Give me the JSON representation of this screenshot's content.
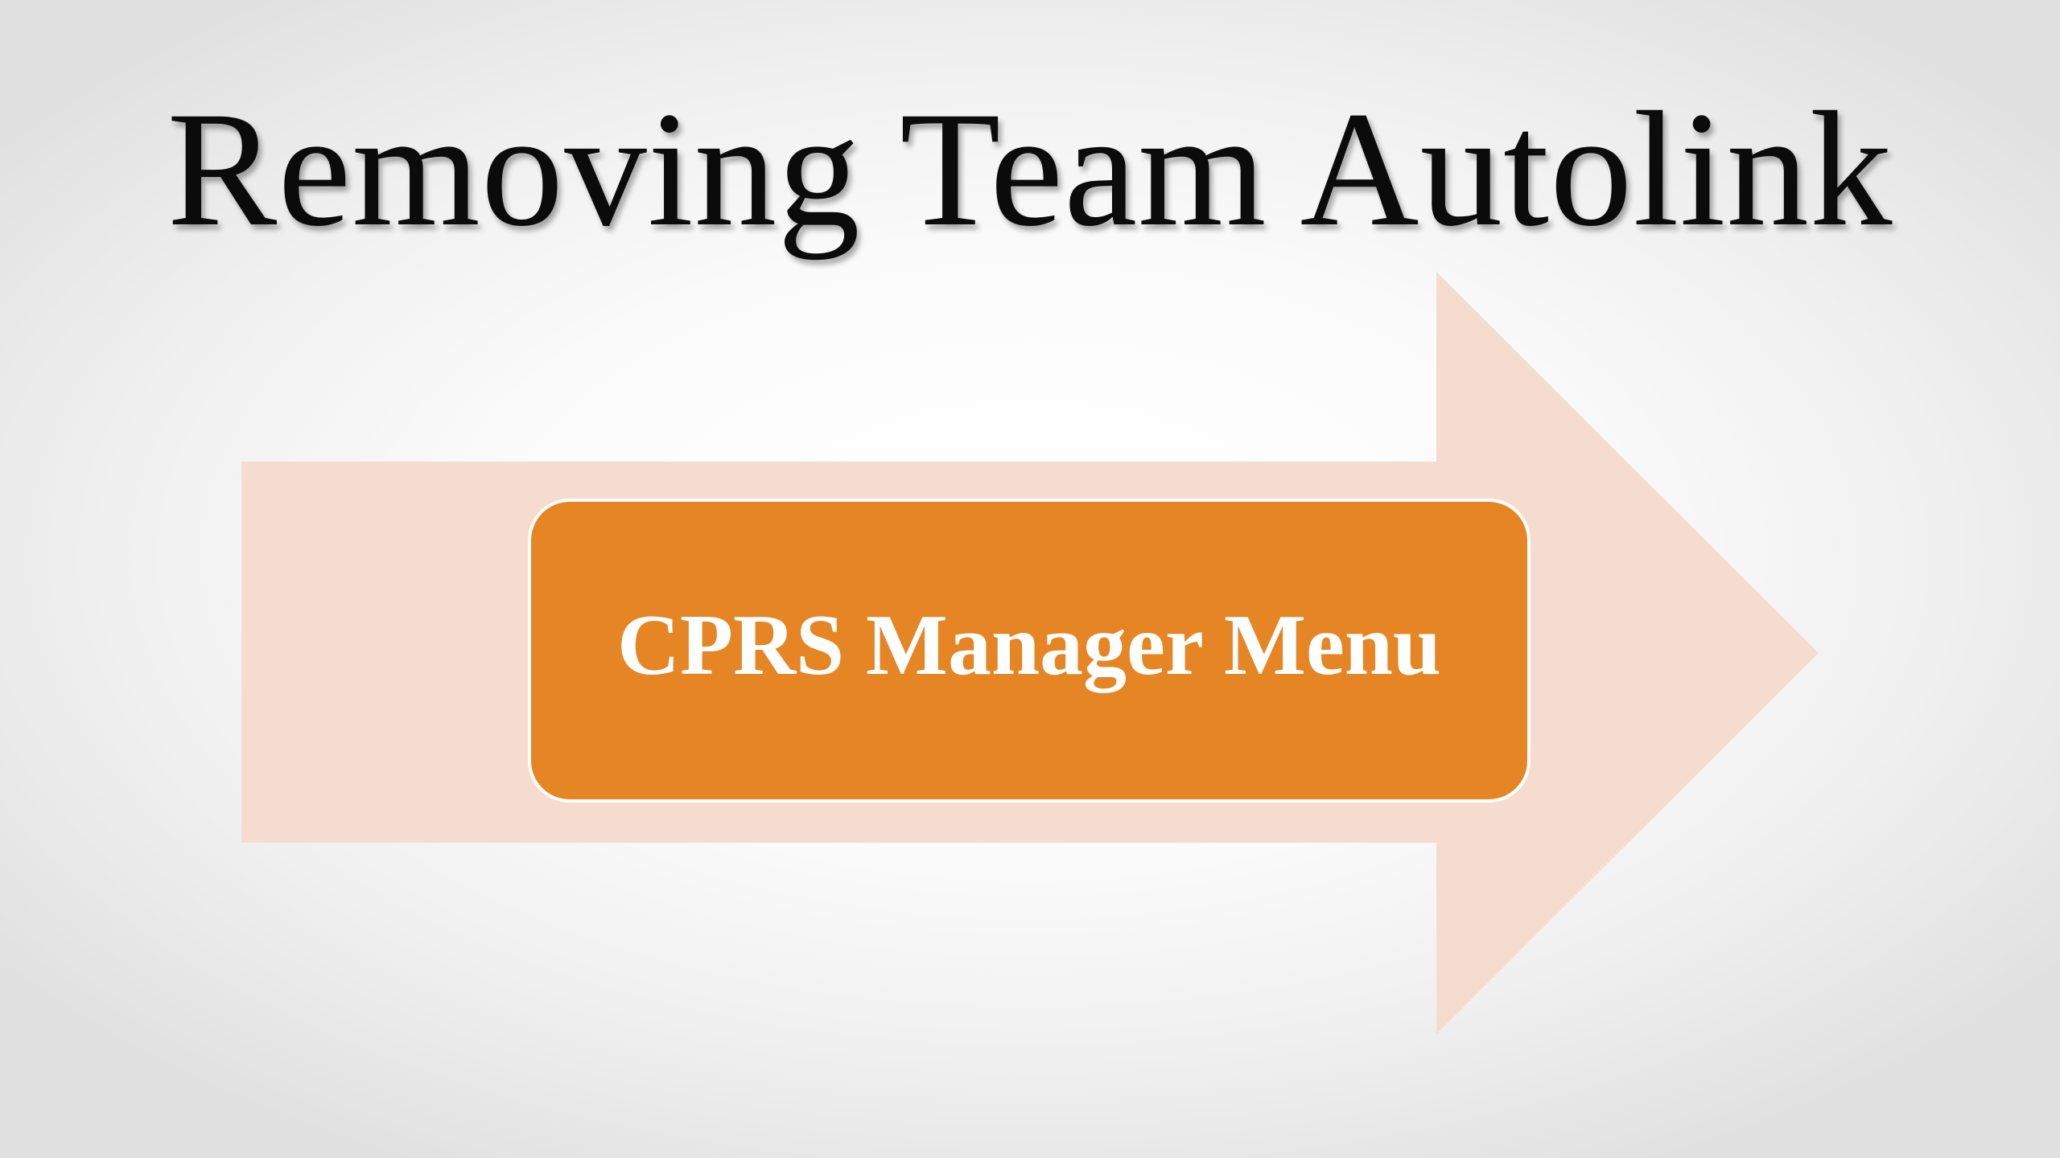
{
  "slide": {
    "title": "Removing Team Autolink",
    "menu_box_label": "CPRS Manager Menu"
  },
  "colors": {
    "arrow_fill": "#f6dccf",
    "box_fill": "#e58523",
    "box_border": "#ffffff",
    "title_text": "#0b0b0b",
    "box_text": "#ffffff"
  },
  "icons": {
    "arrow": "right-arrow-shape"
  }
}
